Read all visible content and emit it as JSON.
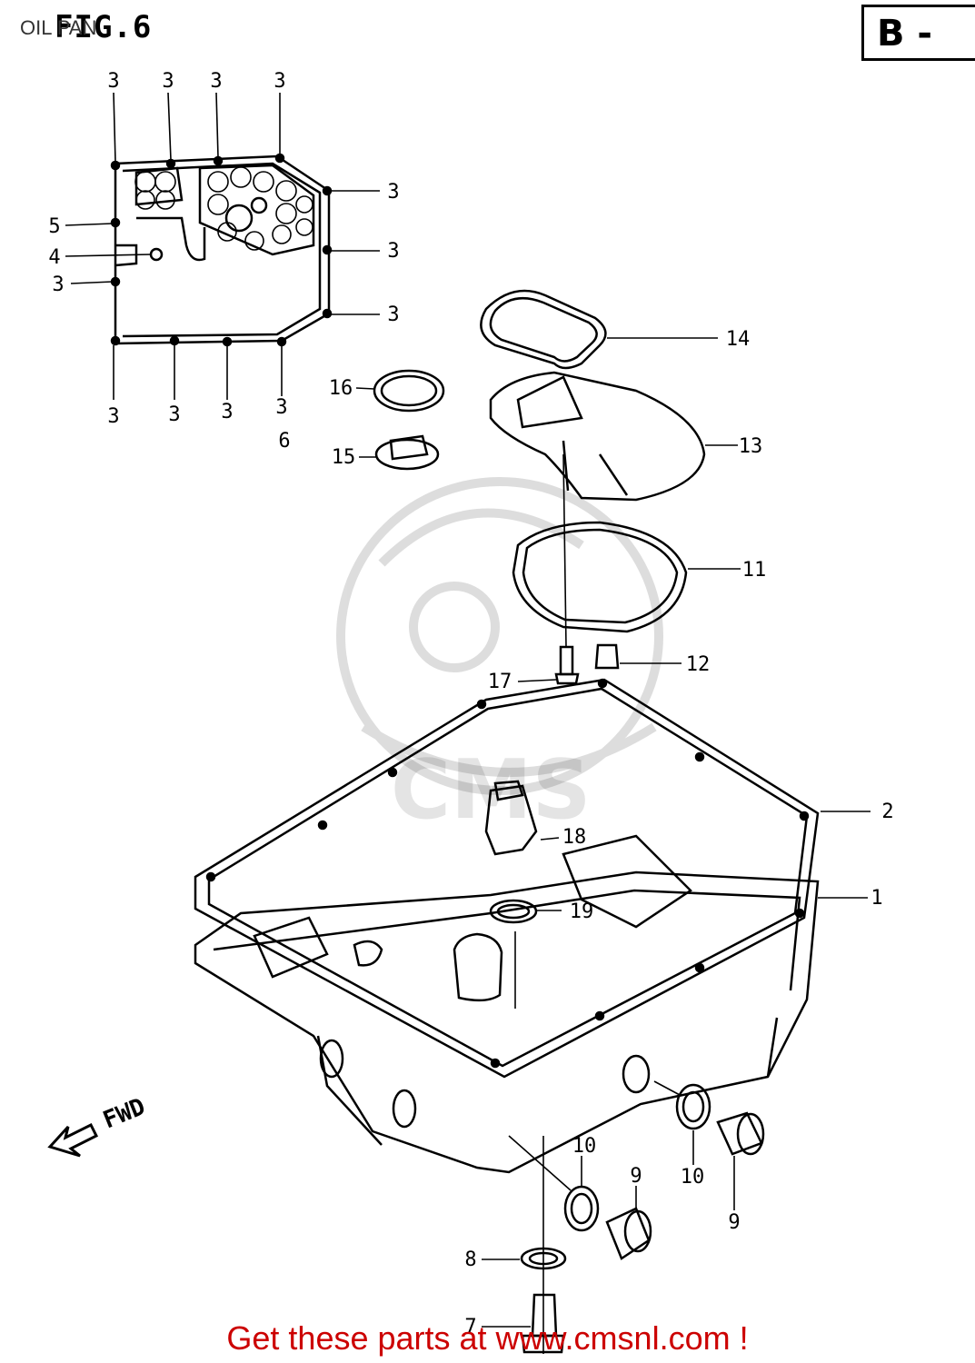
{
  "header": {
    "subtitle": "OIL PAN",
    "figure": "FIG.6",
    "section": "B -"
  },
  "callouts": [
    {
      "ref": "1",
      "label": "1"
    },
    {
      "ref": "2",
      "label": "2"
    },
    {
      "ref": "3",
      "label": "3"
    },
    {
      "ref": "4",
      "label": "4"
    },
    {
      "ref": "5",
      "label": "5"
    },
    {
      "ref": "6",
      "label": "6"
    },
    {
      "ref": "7",
      "label": "7"
    },
    {
      "ref": "8",
      "label": "8"
    },
    {
      "ref": "9",
      "label": "9"
    },
    {
      "ref": "10",
      "label": "10"
    },
    {
      "ref": "11",
      "label": "11"
    },
    {
      "ref": "12",
      "label": "12"
    },
    {
      "ref": "13",
      "label": "13"
    },
    {
      "ref": "14",
      "label": "14"
    },
    {
      "ref": "15",
      "label": "15"
    },
    {
      "ref": "16",
      "label": "16"
    },
    {
      "ref": "17",
      "label": "17"
    },
    {
      "ref": "18",
      "label": "18"
    },
    {
      "ref": "19",
      "label": "19"
    }
  ],
  "direction_label": "FWD",
  "watermark": "CMS",
  "footer": {
    "text": "Get these parts at www.cmsnl.com !",
    "color": "#cc0000"
  }
}
